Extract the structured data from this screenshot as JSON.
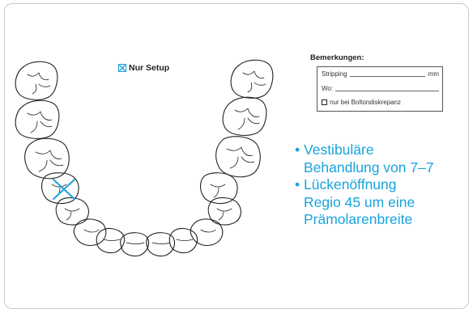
{
  "options": {
    "setup_only_label": "Nur Setup",
    "setup_only_checked": true
  },
  "remarks": {
    "title": "Bemerkungen:",
    "stripping_label": "Stripping",
    "stripping_unit": "mm",
    "where_label": "Wo:",
    "bolton_label": "nur bei Boltondiskrepanz"
  },
  "notes": [
    {
      "bullet": "•",
      "lines": [
        "Vestibuläre",
        "Behandlung von 7–7"
      ]
    },
    {
      "bullet": "•",
      "lines": [
        "Lückenöffnung",
        "Regio 45 um eine",
        "Prämolarenbreite"
      ]
    }
  ],
  "chart": {
    "marked_tooth": "lower right second premolar",
    "mark_color": "#1aa3dd"
  }
}
